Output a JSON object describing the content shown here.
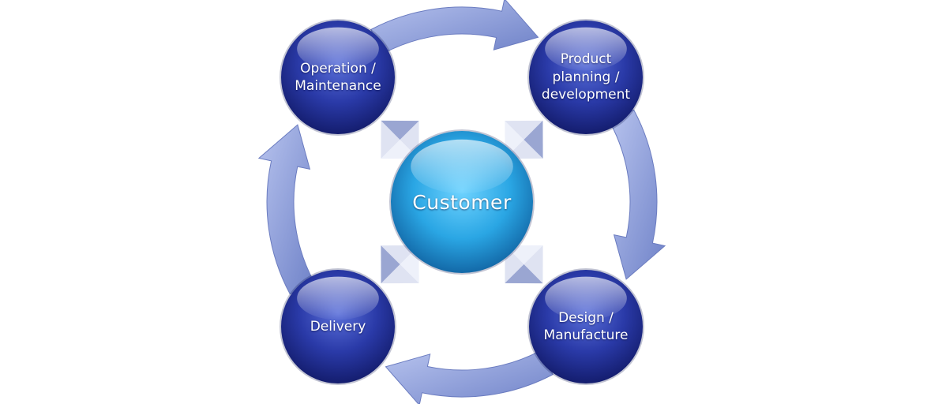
{
  "diagram": {
    "center": {
      "label": "Customer"
    },
    "nodes": [
      {
        "id": "operation-maintenance",
        "lines": [
          "Operation /",
          "Maintenance"
        ]
      },
      {
        "id": "product-planning-development",
        "lines": [
          "Product",
          "planning /",
          "development"
        ]
      },
      {
        "id": "design-manufacture",
        "lines": [
          "Design /",
          "Manufacture"
        ]
      },
      {
        "id": "delivery",
        "lines": [
          "Delivery"
        ]
      }
    ],
    "cycle": [
      "operation-maintenance",
      "product-planning-development",
      "design-manufacture",
      "delivery",
      "operation-maintenance"
    ],
    "colors": {
      "outer_sphere": "#1f2f9a",
      "center_sphere": "#27a9e6",
      "arrow": "#8e9fd6"
    }
  }
}
